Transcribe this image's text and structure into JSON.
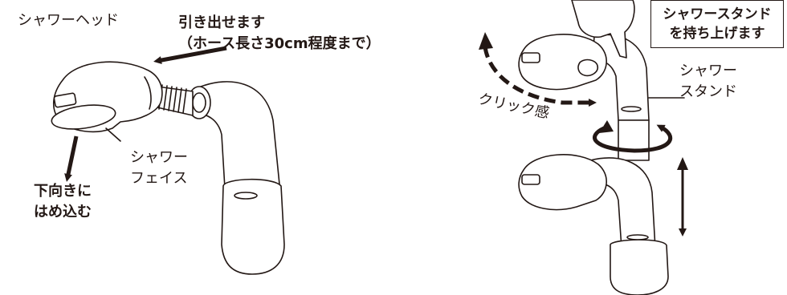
{
  "left": {
    "shower_head_label": "シャワーヘッド",
    "pull_out_label": "引き出せます\n（ホース長さ30cm程度まで）",
    "shower_face_label": "シャワー\nフェイス",
    "insert_label": "下向きに\nはめ込む"
  },
  "right": {
    "lift_box_label": "シャワースタンド\nを持ち上げます",
    "shower_stand_label": "シャワー\nスタンド",
    "click_label": "クリック感"
  },
  "colors": {
    "line": "#231815",
    "fill": "#ffffff"
  }
}
